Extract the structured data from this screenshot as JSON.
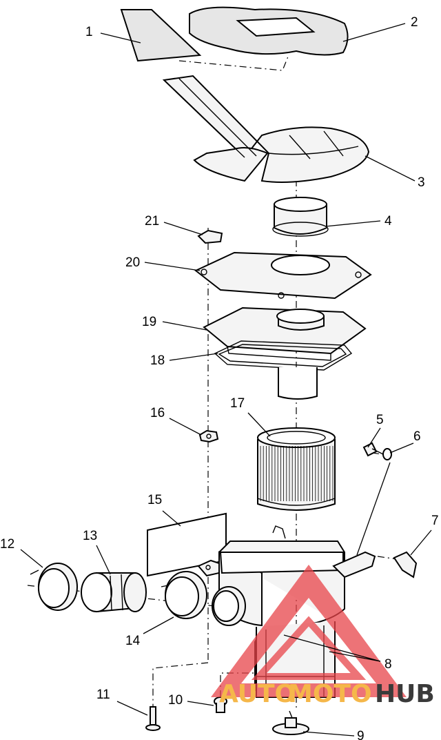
{
  "callouts": [
    {
      "id": "c1",
      "label": "1"
    },
    {
      "id": "c2",
      "label": "2"
    },
    {
      "id": "c3",
      "label": "3"
    },
    {
      "id": "c4",
      "label": "4"
    },
    {
      "id": "c5",
      "label": "5"
    },
    {
      "id": "c6",
      "label": "6"
    },
    {
      "id": "c7",
      "label": "7"
    },
    {
      "id": "c8",
      "label": "8"
    },
    {
      "id": "c9",
      "label": "9"
    },
    {
      "id": "c10",
      "label": "10"
    },
    {
      "id": "c11",
      "label": "11"
    },
    {
      "id": "c12",
      "label": "12"
    },
    {
      "id": "c13",
      "label": "13"
    },
    {
      "id": "c14",
      "label": "14"
    },
    {
      "id": "c15",
      "label": "15"
    },
    {
      "id": "c16",
      "label": "16"
    },
    {
      "id": "c17",
      "label": "17"
    },
    {
      "id": "c18",
      "label": "18"
    },
    {
      "id": "c19",
      "label": "19"
    },
    {
      "id": "c20",
      "label": "20"
    },
    {
      "id": "c21",
      "label": "21"
    }
  ],
  "watermark": {
    "text_part1": "AUTO",
    "text_part2": "MOTO",
    "text_part3": "HUB",
    "color_part1": "#f5b74a",
    "color_part2": "#f5b74a",
    "color_part3": "#3a3a3a",
    "triangle_color": "#e8454a"
  }
}
